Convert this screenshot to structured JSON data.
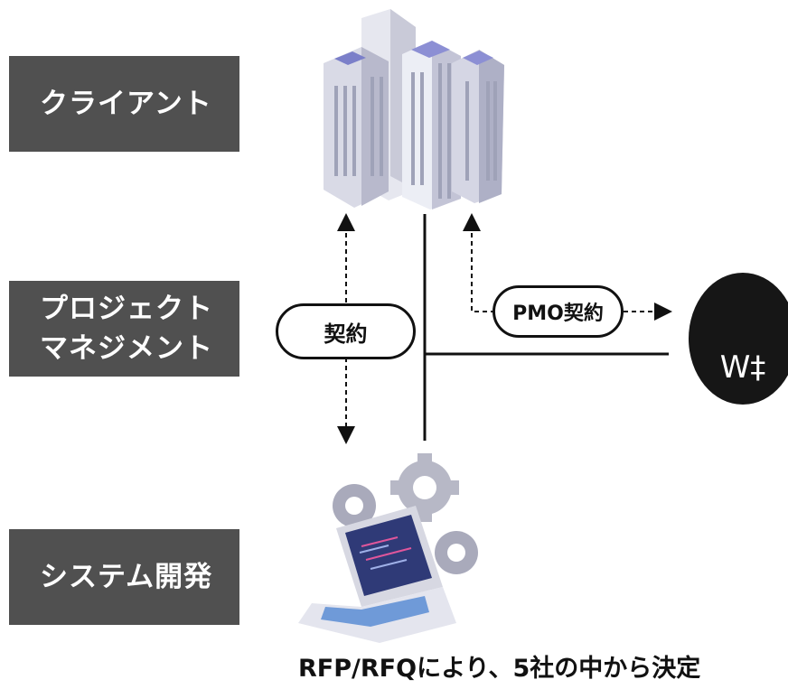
{
  "roles": {
    "client": "クライアント",
    "pm": "プロジェクト\nマネジメント",
    "dev": "システム開発"
  },
  "labels": {
    "contract": "契約",
    "pmo_contract": "PMO契約",
    "logo_text": "W‡"
  },
  "caption": "RFP/RFQにより、5社の中から決定",
  "icons": [
    "buildings-icon",
    "laptop-gears-icon",
    "egg-logo-icon"
  ],
  "colors": {
    "role_box": "#505050",
    "line": "#111111",
    "egg": "#161616"
  }
}
